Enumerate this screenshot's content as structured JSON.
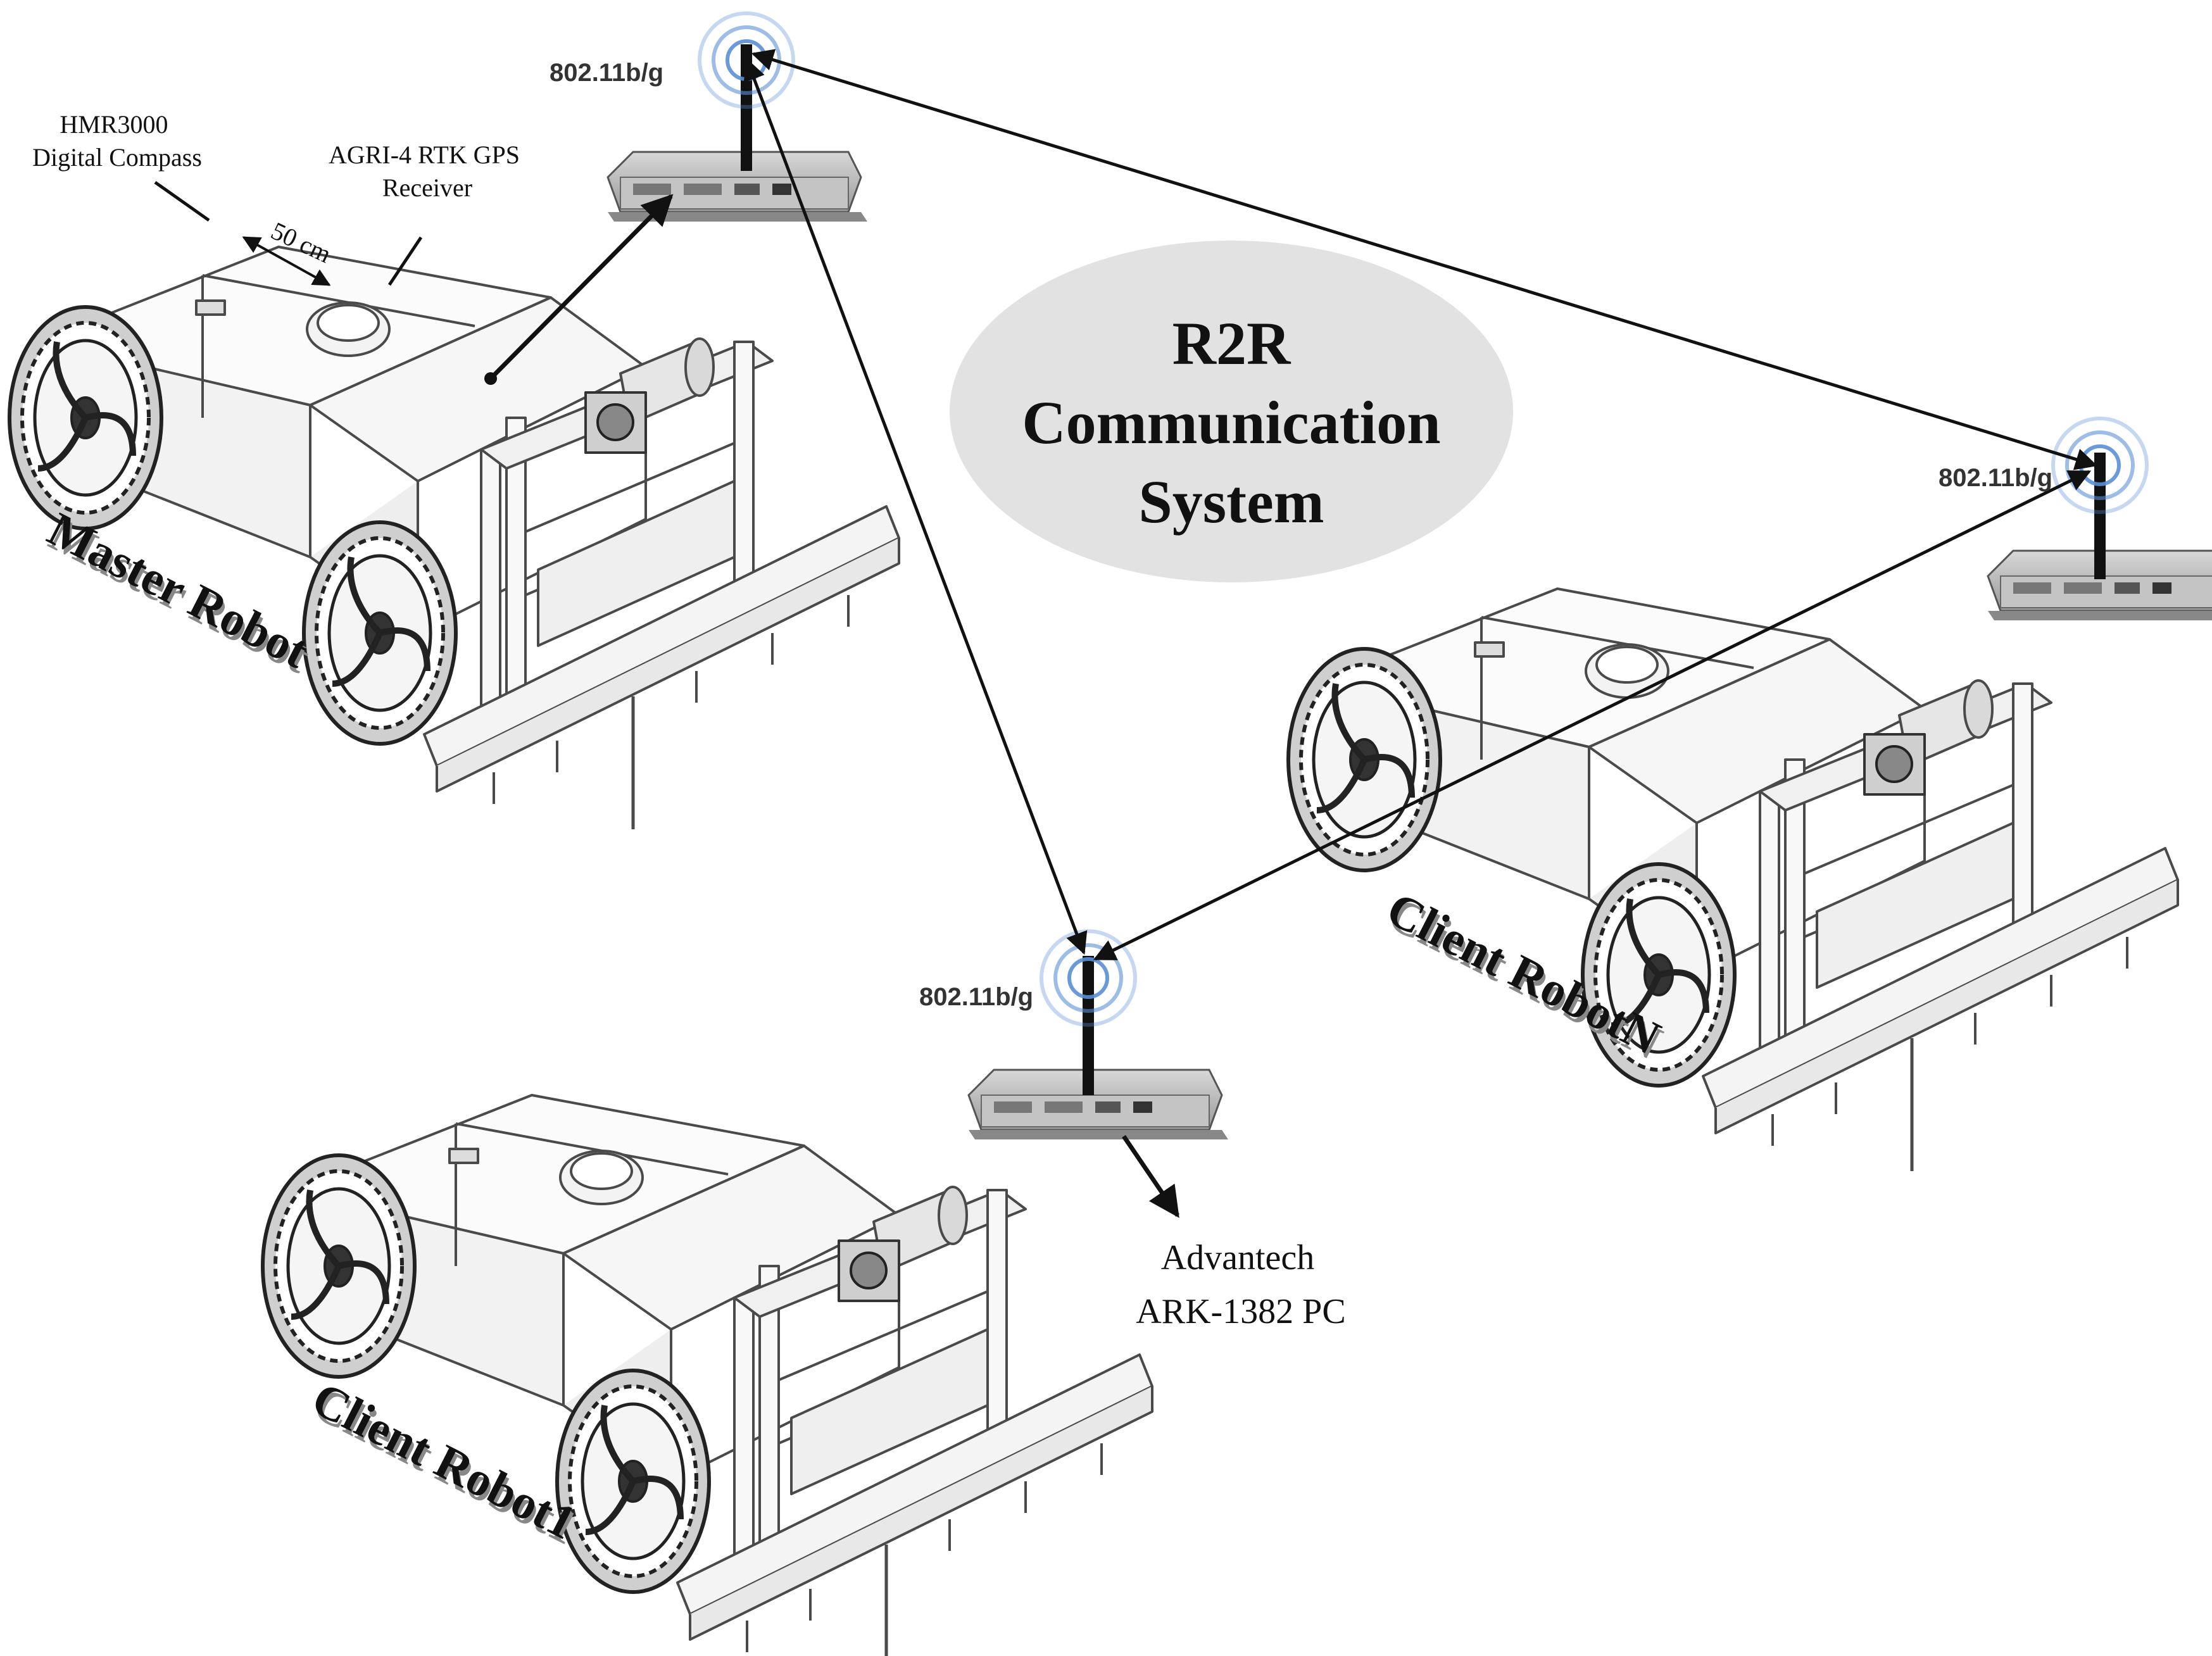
{
  "title": {
    "line1": "R2R",
    "line2": "Communication",
    "line3": "System"
  },
  "robots": {
    "master": "Master Robot",
    "client1": "Client Robot1",
    "clientN": "Client RobotN"
  },
  "wifi": {
    "master": "802.11b/g",
    "clientN": "802.11b/g",
    "client1": "802.11b/g"
  },
  "components": {
    "compass_line1": "HMR3000",
    "compass_line2": "Digital Compass",
    "gps_line1": "AGRI-4 RTK GPS",
    "gps_line2": "Receiver",
    "distance": "50 cm",
    "pc_line1": "Advantech",
    "pc_line2": "ARK-1382 PC"
  },
  "colors": {
    "ellipse": "#e2e2e2",
    "line": "#111111",
    "robot_stroke": "#4a4a4a",
    "wifi_ring": "#5b8fd6"
  }
}
